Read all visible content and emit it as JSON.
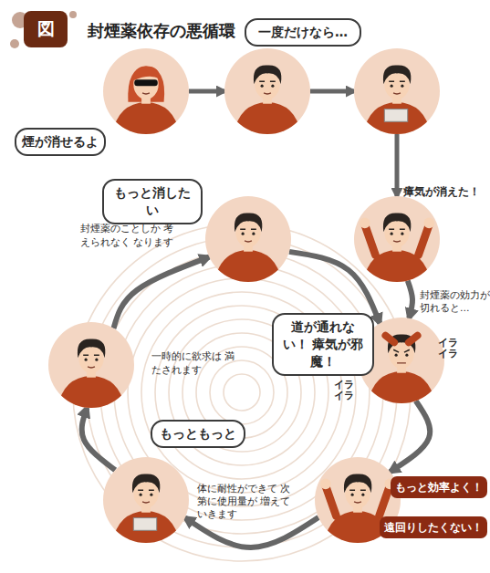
{
  "diagram": {
    "title": "封煙薬依存の悪循環",
    "nodes": [
      {
        "text": [
          "煙が消せるよ"
        ]
      },
      {
        "text": [
          "一度だけなら…"
        ]
      },
      {
        "text": []
      },
      {
        "text": [
          "瘴気が消えた！"
        ]
      },
      {
        "text": [
          "道が通れない！ 瘴気が邪魔！"
        ]
      },
      {
        "text": [
          "もっと効率よく！",
          "遠回りしたくない！"
        ]
      },
      {
        "text": [
          "もっともっと"
        ]
      },
      {
        "text": [
          "一時的に欲求は 満たされます"
        ]
      },
      {
        "text": [
          "もっと消したい",
          "封煙薬のことしか 考えられなく なります"
        ]
      }
    ],
    "edges": [
      {
        "from": 0,
        "to": 1,
        "arrow": "to"
      },
      {
        "from": 1,
        "to": 2,
        "arrow": "to"
      },
      {
        "from": 2,
        "to": 3,
        "arrow": "to"
      },
      {
        "from": 3,
        "to": 4,
        "label": "封煙薬の効力が 切れると…",
        "arrow": "to"
      },
      {
        "from": 4,
        "to": 5,
        "arrow": "to"
      },
      {
        "from": 5,
        "to": 6,
        "label": "体に耐性ができて 次第に使用量が 増えていきます",
        "arrow": "to"
      },
      {
        "from": 6,
        "to": 7,
        "arrow": "to"
      },
      {
        "from": 7,
        "to": 8,
        "arrow": "to"
      },
      {
        "from": 8,
        "to": 4,
        "arrow": "to"
      }
    ],
    "labels": [
      "図",
      "イラ イラ",
      "イラ イラ"
    ]
  }
}
